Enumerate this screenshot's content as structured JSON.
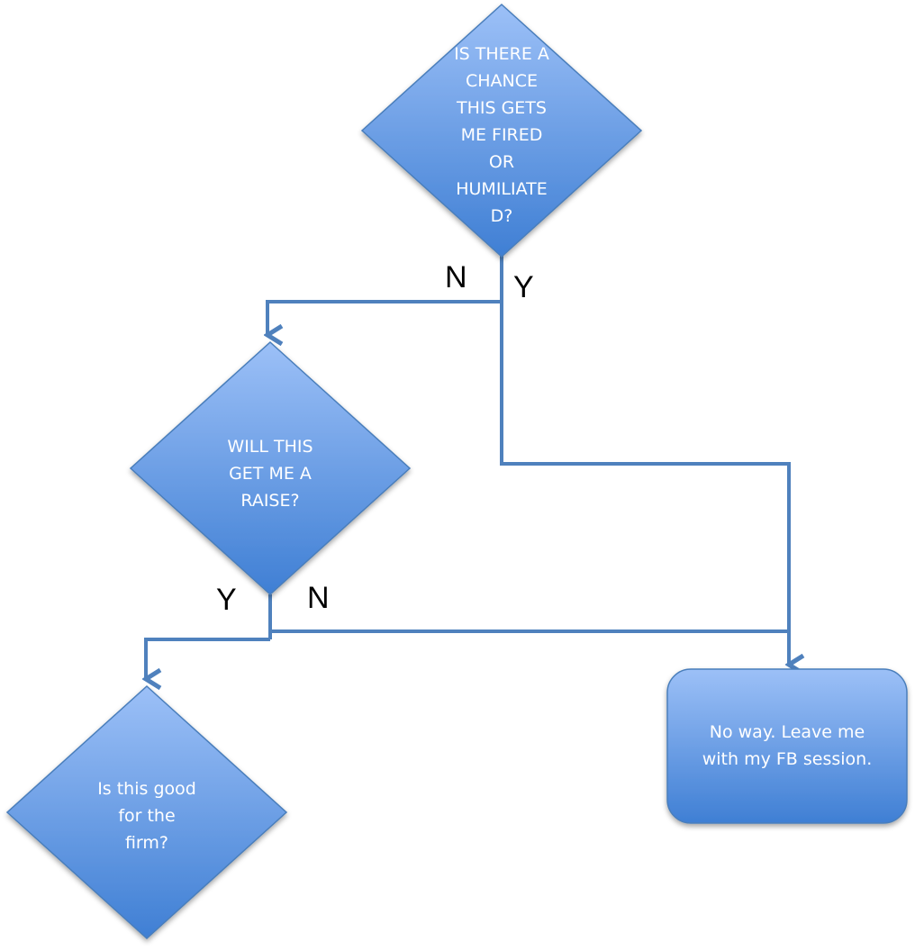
{
  "nodes": {
    "q1": "IS THERE A\nCHANCE\nTHIS GETS\nME FIRED\nOR\nHUMILIATE\nD?",
    "q2": "WILL THIS\nGET ME A\nRAISE?",
    "q3": "Is this good\nfor the\nfirm?",
    "end": "No way. Leave me\nwith my FB session."
  },
  "labels": {
    "q1_no": "N",
    "q1_yes": "Y",
    "q2_yes": "Y",
    "q2_no": "N"
  },
  "colors": {
    "shape_top": "#9cc0f7",
    "shape_bottom": "#3f7fd4",
    "stroke": "#4a7ebb",
    "connector": "#4f81bd",
    "text": "#ffffff"
  }
}
